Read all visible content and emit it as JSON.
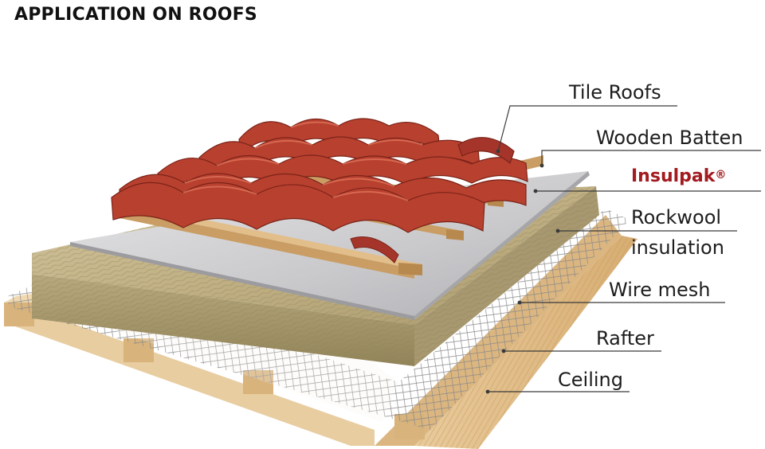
{
  "title": "APPLICATION ON ROOFS",
  "labels": {
    "tile_roofs": "Tile Roofs",
    "wooden_batten": "Wooden Batten",
    "insulpak": "Insulpak",
    "insulpak_mark": "®",
    "rockwool_line1": "Rockwool",
    "rockwool_line2": "insulation",
    "wire_mesh": "Wire mesh",
    "rafter": "Rafter",
    "ceiling": "Ceiling"
  },
  "colors": {
    "tile": "#b53a2c",
    "tile_dark": "#7e2219",
    "batten": "#c9a06a",
    "foil": "#cfcfd2",
    "rockwool": "#c3b48a",
    "rockwool_dark": "#998a62",
    "wire": "#8b8b8b",
    "rafter": "#e3c394",
    "brand_red": "#a31a1f"
  }
}
